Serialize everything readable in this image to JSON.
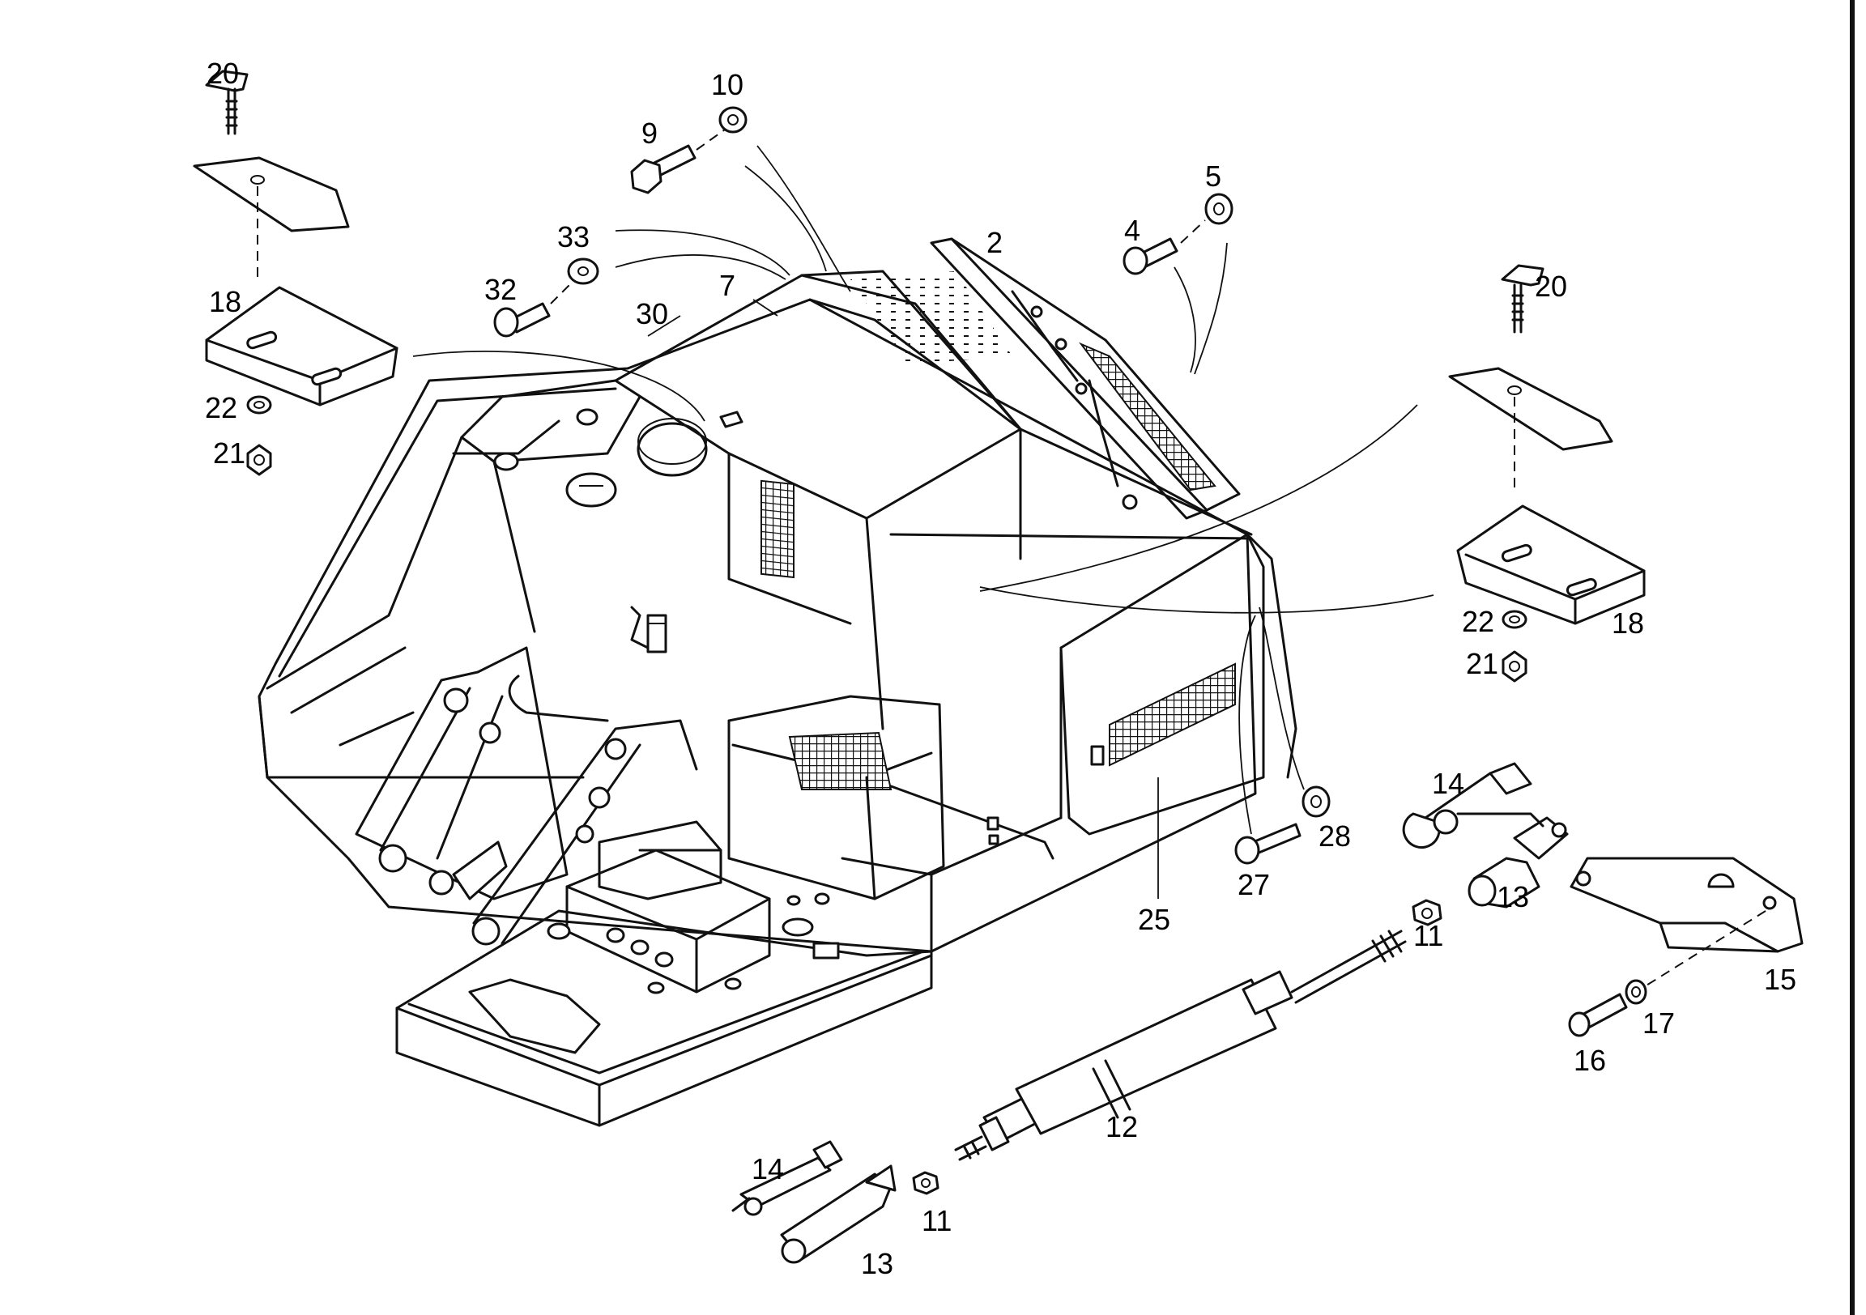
{
  "callouts": {
    "c2": "2",
    "c4": "4",
    "c5": "5",
    "c7": "7",
    "c9": "9",
    "c10": "10",
    "c11a": "11",
    "c11b": "11",
    "c12": "12",
    "c13a": "13",
    "c13b": "13",
    "c14a": "14",
    "c14b": "14",
    "c15": "15",
    "c16": "16",
    "c17": "17",
    "c18a": "18",
    "c18b": "18",
    "c20a": "20",
    "c20b": "20",
    "c21a": "21",
    "c21b": "21",
    "c22a": "22",
    "c22b": "22",
    "c25": "25",
    "c27": "27",
    "c28": "28",
    "c30": "30",
    "c32": "32",
    "c33": "33"
  }
}
